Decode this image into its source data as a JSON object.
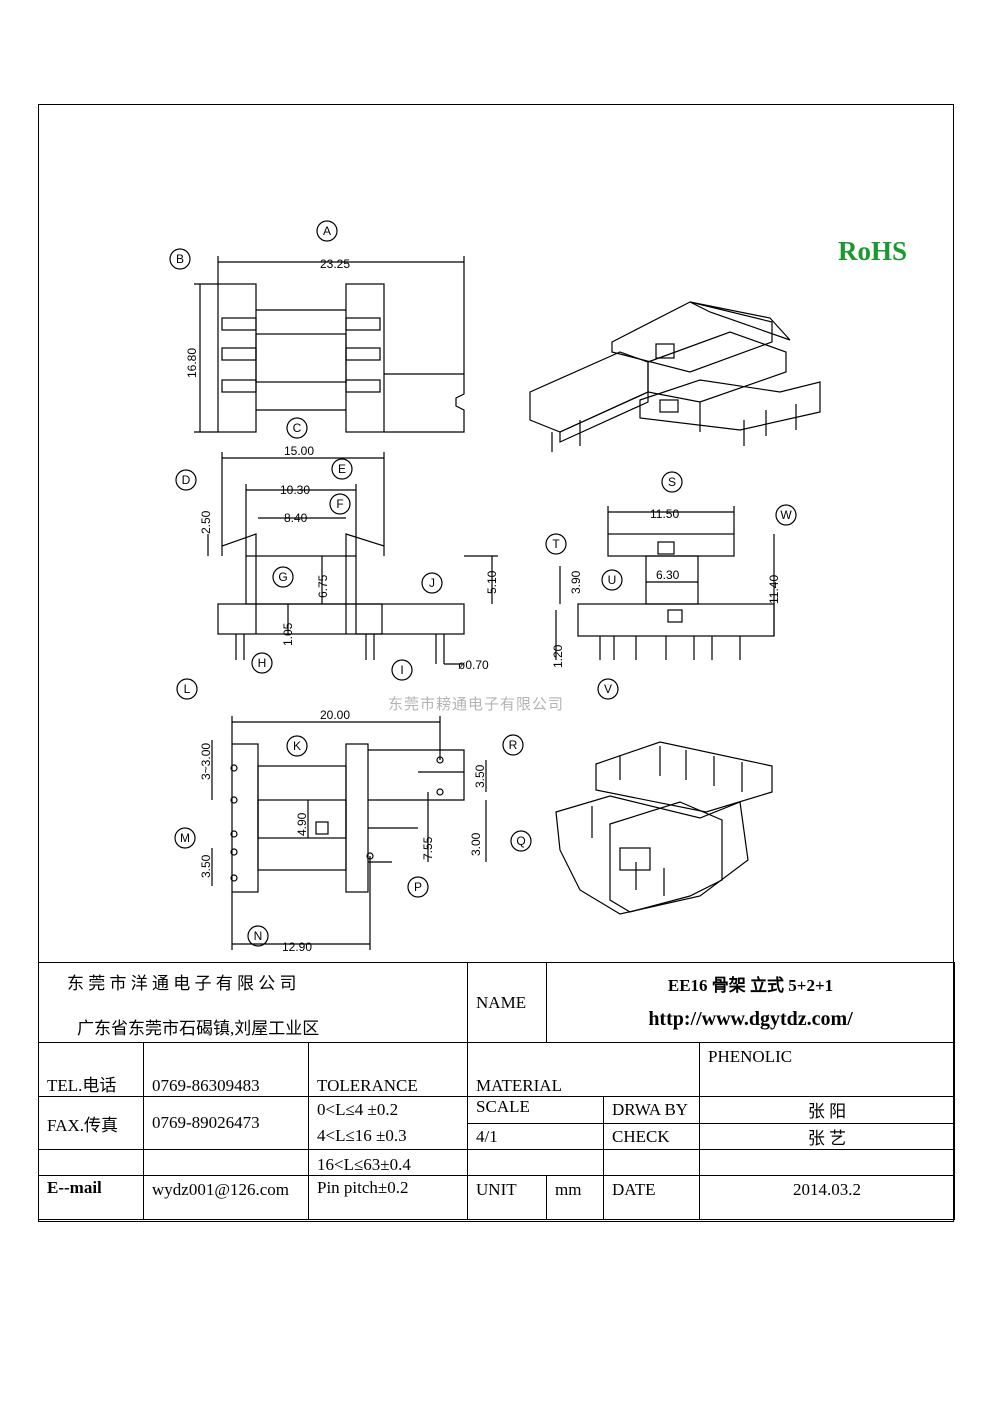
{
  "watermark": "东莞市耪通电子有限公司",
  "rohs": "RoHS",
  "callouts": [
    "A",
    "B",
    "C",
    "D",
    "E",
    "F",
    "G",
    "H",
    "I",
    "J",
    "K",
    "L",
    "M",
    "N",
    "P",
    "Q",
    "R",
    "S",
    "T",
    "U",
    "V",
    "W"
  ],
  "dimensions": {
    "a_width": "23.25",
    "b_height": "16.80",
    "c_width": "15.00",
    "e_width": "10.30",
    "f_width": "8.40",
    "d_height": "2.50",
    "g_height": "6.75",
    "h_height": "1.05",
    "j_height": "5.10",
    "pin_dia": "ø0.70",
    "s_width": "11.50",
    "u_width": "6.30",
    "t_height": "3.90",
    "t2_height": "1.20",
    "w_height": "11.40",
    "k_width": "20.00",
    "l_pitch": "3~3.00",
    "m_height": "3.50",
    "k_height": "4.90",
    "p_height": "7.55",
    "r_height": "3.50",
    "q_height": "3.00",
    "n_width": "12.90"
  },
  "title_block": {
    "company": "东 莞 市 洋 通 电 子 有 限 公 司",
    "address": "广东省东莞市石碣镇,刘屋工业区",
    "name_label": "NAME",
    "product": "EE16 骨架  立式 5+2+1",
    "url": "http://www.dgytdz.com/",
    "tel_label": "TEL.电话",
    "tel": "0769-86309483",
    "tolerance_label": "TOLERANCE",
    "material_label": "MATERIAL",
    "material": "PHENOLIC",
    "fax_label": "FAX.传真",
    "fax": "0769-89026473",
    "tol1": "0<L≤4   ±0.2",
    "tol2": "4<L≤16  ±0.3",
    "tol3": "16<L≤63±0.4",
    "tol4": "Pin pitch±0.2",
    "scale_label": "SCALE",
    "scale": "4/1",
    "drawn_label": "DRWA BY",
    "drawn_by": "张 阳",
    "check_label": "CHECK",
    "checked_by": "张 艺",
    "email_label": "E--mail",
    "email": "wydz001@126.com",
    "unit_label": "UNIT",
    "unit": "mm",
    "date_label": "DATE",
    "date": "2014.03.2"
  }
}
